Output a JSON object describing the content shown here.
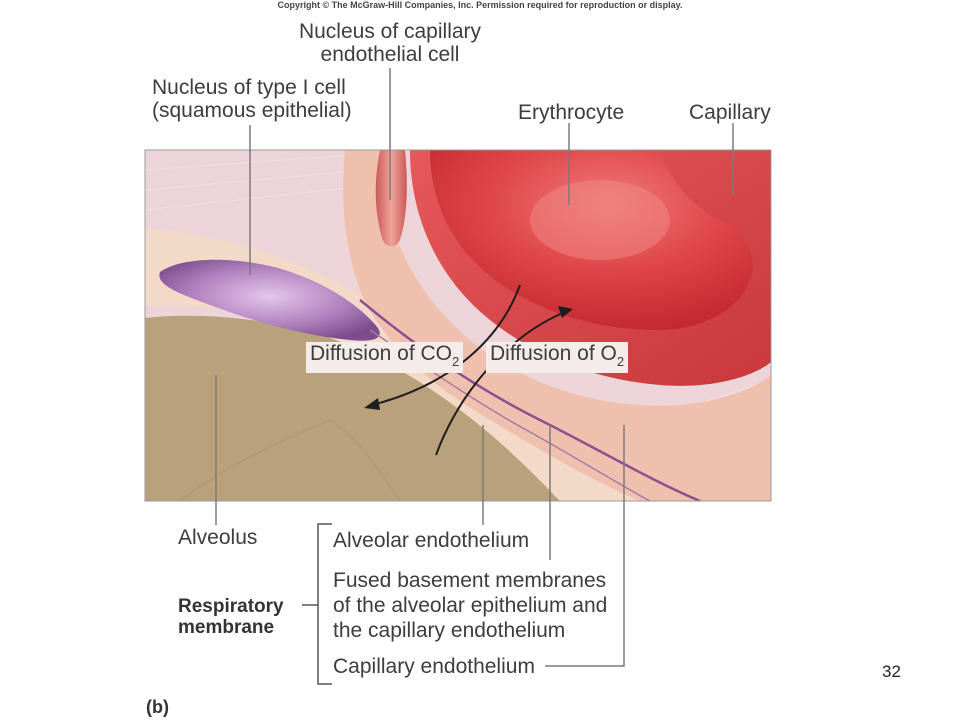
{
  "copyright": "Copyright © The McGraw-Hill Companies, Inc. Permission required for reproduction or display.",
  "labels": {
    "capillary_nucleus": [
      "Nucleus of capillary",
      "endothelial cell"
    ],
    "type1_nucleus": [
      "Nucleus of type I cell",
      "(squamous epithelial)"
    ],
    "erythrocyte": "Erythrocyte",
    "capillary": "Capillary",
    "diffusion_co2_text": "Diffusion of CO",
    "diffusion_co2_sub": "2",
    "diffusion_o2_text": "Diffusion of O",
    "diffusion_o2_sub": "2",
    "alveolus": "Alveolus",
    "alveolar_endothelium": "Alveolar endothelium",
    "fused_membranes": [
      "Fused basement membranes",
      "of the alveolar epithelium and",
      "the capillary endothelium"
    ],
    "capillary_endothelium": "Capillary endothelium",
    "respiratory_membrane": [
      "Respiratory",
      "membrane"
    ]
  },
  "slide_number": "32",
  "figure_label": "(b)",
  "colors": {
    "alveolus": "#b7a07a",
    "blood": "#d8383d",
    "erythrocyte": "#e0484b",
    "membrane_pink": "#f2c5b6",
    "tissue": "#ecd3d6",
    "nucleus": "#a979b6",
    "line": "#7a7a7a"
  }
}
